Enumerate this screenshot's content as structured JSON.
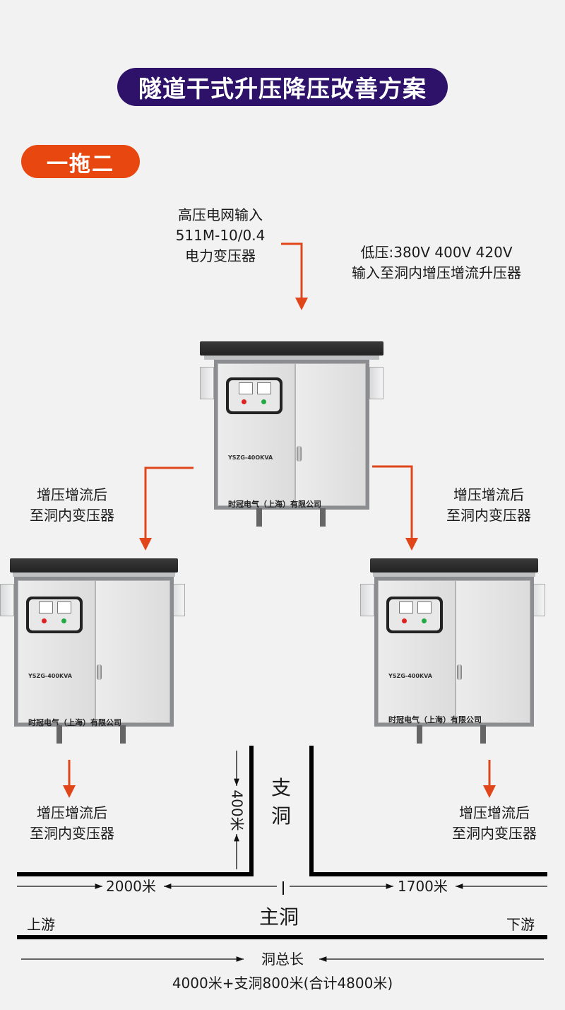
{
  "title": "隧道干式升压降压改善方案",
  "subtitle": "一拖二",
  "source_label": [
    "高压电网输入",
    "511M-10/0.4",
    "电力变压器"
  ],
  "low_voltage_label": [
    "低压:380V 400V 420V",
    "输入至洞内增压增流升压器"
  ],
  "cabinets": [
    {
      "model": "YSZG-40OKVA",
      "company": "时冠电气（上海）有限公司"
    },
    {
      "model": "YSZG-400KVA",
      "company": "时冠电气（上海）有限公司"
    },
    {
      "model": "YSZG-400KVA",
      "company": "时冠电气（上海）有限公司"
    }
  ],
  "after_boost_label": [
    "增压增流后",
    "至洞内变压器"
  ],
  "tunnel": {
    "branch_length": "400米",
    "branch_name": [
      "支",
      "洞"
    ],
    "left_length": "2000米",
    "right_length": "1700米",
    "main_name": "主洞",
    "upstream": "上游",
    "downstream": "下游",
    "total_label": "洞总长",
    "total_value": "4000米+支洞800米(合计4800米)"
  },
  "colors": {
    "title_bg": "#2e1168",
    "accent": "#e8470f",
    "arrow": "#e0461a"
  }
}
